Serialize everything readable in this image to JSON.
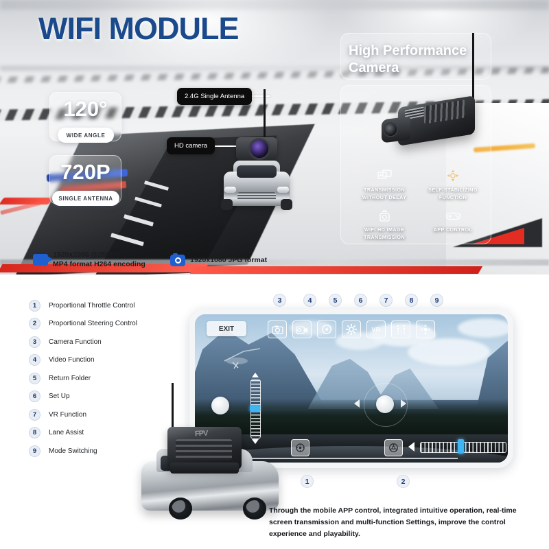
{
  "hero": {
    "title": "WIFI MODULE",
    "badges": [
      {
        "value": "120°",
        "label": "WIDE ANGLE"
      },
      {
        "value": "720P",
        "label": "SINGLE ANTENNA"
      }
    ],
    "callouts": [
      {
        "id": "antenna",
        "text": "2.4G Single Antenna"
      },
      {
        "id": "camera",
        "text": "HD camera"
      }
    ],
    "right_panel": {
      "title": "High Performance Camera",
      "features": [
        {
          "icon": "transmission-icon",
          "label": "TRANSMISSION\nWITHOUT DELAY"
        },
        {
          "icon": "stabilizer-icon",
          "label": "SELF-STABILIZING\nFUNCTION"
        },
        {
          "icon": "wifi-image-icon",
          "label": "WIFI HD IMAGE\nTRANSMISSION"
        },
        {
          "icon": "gamepad-icon",
          "label": "APP CONTROL"
        }
      ]
    },
    "specs": [
      {
        "icon": "video-camera-icon",
        "line1": "1920x1080 @25FPS",
        "line2": "MP4 format  H264 encoding"
      },
      {
        "icon": "photo-camera-icon",
        "line1": "1920x1080  JPG format",
        "line2": ""
      }
    ]
  },
  "bottom": {
    "legend": [
      {
        "num": "1",
        "label": "Proportional Throttle Control"
      },
      {
        "num": "2",
        "label": "Proportional Steering Control"
      },
      {
        "num": "3",
        "label": "Camera Function"
      },
      {
        "num": "4",
        "label": "Video Function"
      },
      {
        "num": "5",
        "label": "Return Folder"
      },
      {
        "num": "6",
        "label": "Set Up"
      },
      {
        "num": "7",
        "label": "VR Function"
      },
      {
        "num": "8",
        "label": "Lane Assist"
      },
      {
        "num": "9",
        "label": "Mode Switching"
      }
    ],
    "top_markers": [
      "3",
      "4",
      "5",
      "6",
      "7",
      "8",
      "9"
    ],
    "bottom_markers": [
      "1",
      "2"
    ],
    "app": {
      "exit_label": "EXIT",
      "vr_label": "VR",
      "toolbar": [
        {
          "icon": "camera-function-icon",
          "marker": "3"
        },
        {
          "icon": "video-function-icon",
          "marker": "4"
        },
        {
          "icon": "return-folder-icon",
          "marker": "5"
        },
        {
          "icon": "settings-gear-icon",
          "marker": "6"
        },
        {
          "icon": "vr-function-icon",
          "marker": "7"
        },
        {
          "icon": "lane-assist-icon",
          "marker": "8"
        },
        {
          "icon": "mode-switching-icon",
          "marker": "9"
        }
      ],
      "throttle_icon": "throttle-control-icon",
      "steering_icon": "steering-wheel-icon"
    },
    "caption": "Through the mobile APP control, integrated intuitive operation, real-time screen transmission and multi-function Settings, improve the control experience and playability."
  },
  "colors": {
    "title_blue": "#1b4a8c",
    "accent_blue": "#1f5fd0",
    "slider_blue": "#3fb4f2",
    "badge_bg": "#edf1f7",
    "badge_text": "#1b3f77",
    "track_red": "#e32d22"
  }
}
